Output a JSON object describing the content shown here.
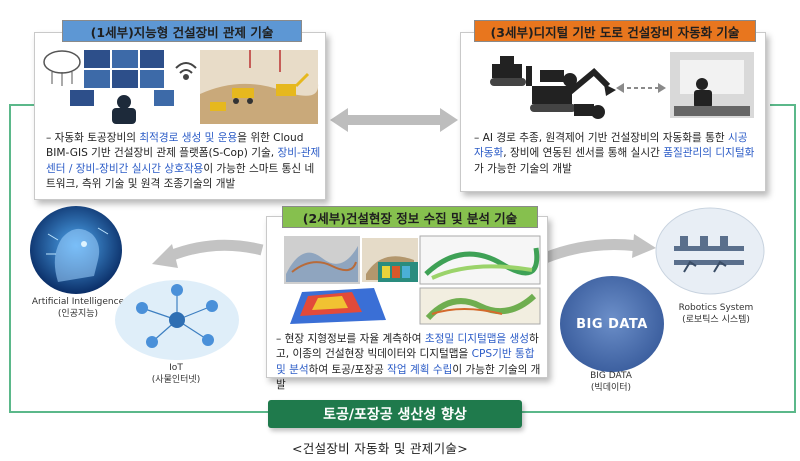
{
  "panel1": {
    "title": "(1세부)지능형 건설장비 관제 기술",
    "title_color": "#4a86c8",
    "desc_parts": [
      {
        "t": "– 자동화 토공장비의 ",
        "hl": false
      },
      {
        "t": "최적경로 생성 및 운용",
        "hl": true
      },
      {
        "t": "을 위한 Cloud BIM-GIS 기반 건설장비 관제 플랫폼(S-Cop) 기술, ",
        "hl": false
      },
      {
        "t": "장비-관제센터 / 장비-장비간 실시간 상호작용",
        "hl": true
      },
      {
        "t": "이 가능한 스마트 통신 네트워크, 측위 기술 및 원격 조종기술의 개발",
        "hl": false
      }
    ]
  },
  "panel2": {
    "title": "(2세부)건설현장 정보 수집 및 분석 기술",
    "title_color": "#7ab648",
    "desc_parts": [
      {
        "t": "– 현장 지형정보를 자율 계측하여 ",
        "hl": false
      },
      {
        "t": "초정밀 디지털맵을 생성",
        "hl": true
      },
      {
        "t": "하고, 이종의 건설현장 빅데이터와 디지털맵을 ",
        "hl": false
      },
      {
        "t": "CPS기반 통합 및 분석",
        "hl": true
      },
      {
        "t": "하여 토공/포장공 ",
        "hl": false
      },
      {
        "t": "작업 계획 수립",
        "hl": true
      },
      {
        "t": "이 가능한 기술의 개발",
        "hl": false
      }
    ]
  },
  "panel3": {
    "title": "(3세부)디지털 기반 도로 건설장비 자동화 기술",
    "title_color": "#e8761e",
    "desc_parts": [
      {
        "t": "– AI 경로 추종, 원격제어 기반 건설장비의 자동화를 통한 ",
        "hl": false
      },
      {
        "t": "시공 자동화",
        "hl": true
      },
      {
        "t": ", 장비에 연동된 센서를 통해 실시간 ",
        "hl": false
      },
      {
        "t": "품질관리의 디지털화",
        "hl": true
      },
      {
        "t": "가 가능한 기술의 개발",
        "hl": false
      }
    ]
  },
  "tech": {
    "ai": {
      "label": "Artificial Intelligence",
      "sub": "(인공지능)"
    },
    "iot": {
      "label": "IoT",
      "sub": "(사물인터넷)"
    },
    "bigdata": {
      "label": "BIG DATA",
      "sub": "(빅데이터)",
      "badge": "BIG DATA"
    },
    "robotics": {
      "label": "Robotics System",
      "sub": "(로보틱스 시스템)"
    }
  },
  "result": {
    "label": "토공/포장공 생산성 향상",
    "color": "#1f7a4c"
  },
  "caption": "<건설장비 자동화 및 관제기술>",
  "colors": {
    "line_green": "#5bb88a",
    "arrow_gray": "#b9b9b9",
    "highlight_blue": "#2c5cc7"
  }
}
